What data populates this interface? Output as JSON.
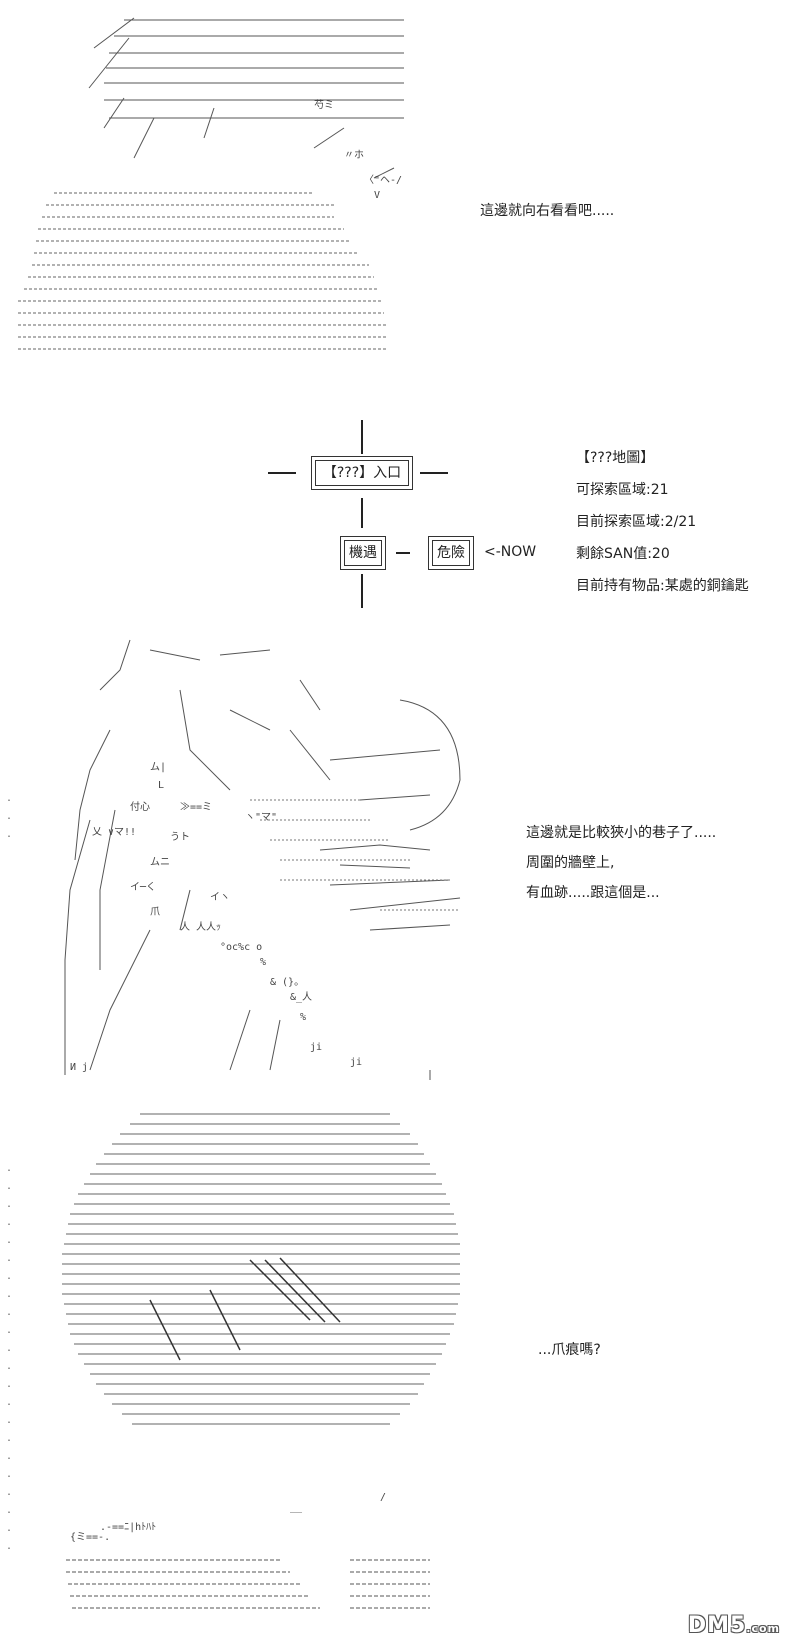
{
  "panel1": {
    "caption": "這邊就向右看看吧....."
  },
  "map": {
    "entrance_label": "【???】入口",
    "chance_label": "機遇",
    "danger_label": "危險",
    "now_marker": "<-NOW",
    "info": {
      "title": "【???地圖】",
      "explorable": "可探索區域:21",
      "explored": "目前探索區域:2/21",
      "san": "剩餘SAN值:20",
      "items": "目前持有物品:某處的銅鑰匙"
    }
  },
  "panel3": {
    "line1": "這邊就是比較狹小的巷子了.....",
    "line2": "周圍的牆壁上,",
    "line3": "有血跡.....跟這個是..."
  },
  "panel4": {
    "caption": "...爪痕嗎?"
  },
  "watermark": {
    "brand": "DM5",
    "suffix": ".com"
  }
}
